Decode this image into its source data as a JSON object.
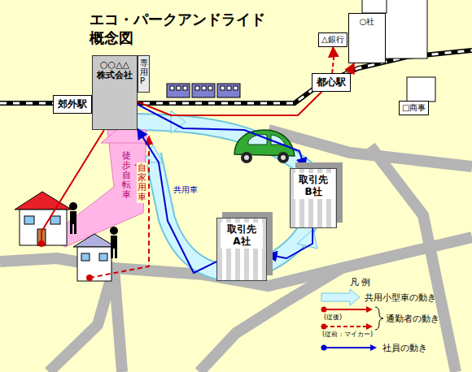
{
  "diagram": {
    "title": "エコ・パークアンドライド 概念図",
    "nodes": [
      {
        "text": [
          "郊外駅"
        ]
      },
      {
        "text": [
          "○○△△株式会社"
        ]
      },
      {
        "text": [
          "専用P"
        ]
      },
      {
        "text": [
          "都心駅"
        ]
      },
      {
        "text": [
          "△銀行"
        ]
      },
      {
        "text": [
          "○社"
        ]
      },
      {
        "text": [
          "□商事"
        ]
      },
      {
        "text": [
          "取引先 B社"
        ]
      },
      {
        "text": [
          "取引先 A社"
        ]
      }
    ],
    "edges": [
      {
        "from": 3,
        "to": 4,
        "arrow": "to"
      },
      {
        "from": 3,
        "to": 5,
        "arrow": "to"
      },
      {
        "from": 1,
        "to": 3,
        "arrow": "none"
      },
      {
        "from": 1,
        "to": 7,
        "arrow": "to"
      },
      {
        "from": 7,
        "to": 8,
        "arrow": "to"
      },
      {
        "from": 8,
        "to": 1,
        "arrow": "to"
      }
    ],
    "labels": [
      "徒歩・自転車",
      "自家用車",
      "共用車",
      "凡 例",
      "(従後)",
      "(従前：マイカー)"
    ],
    "legend": [
      {
        "text": "共用小型車の動き"
      },
      {
        "text": "通勤者の動き"
      },
      {
        "text": "社員の動き"
      }
    ]
  }
}
